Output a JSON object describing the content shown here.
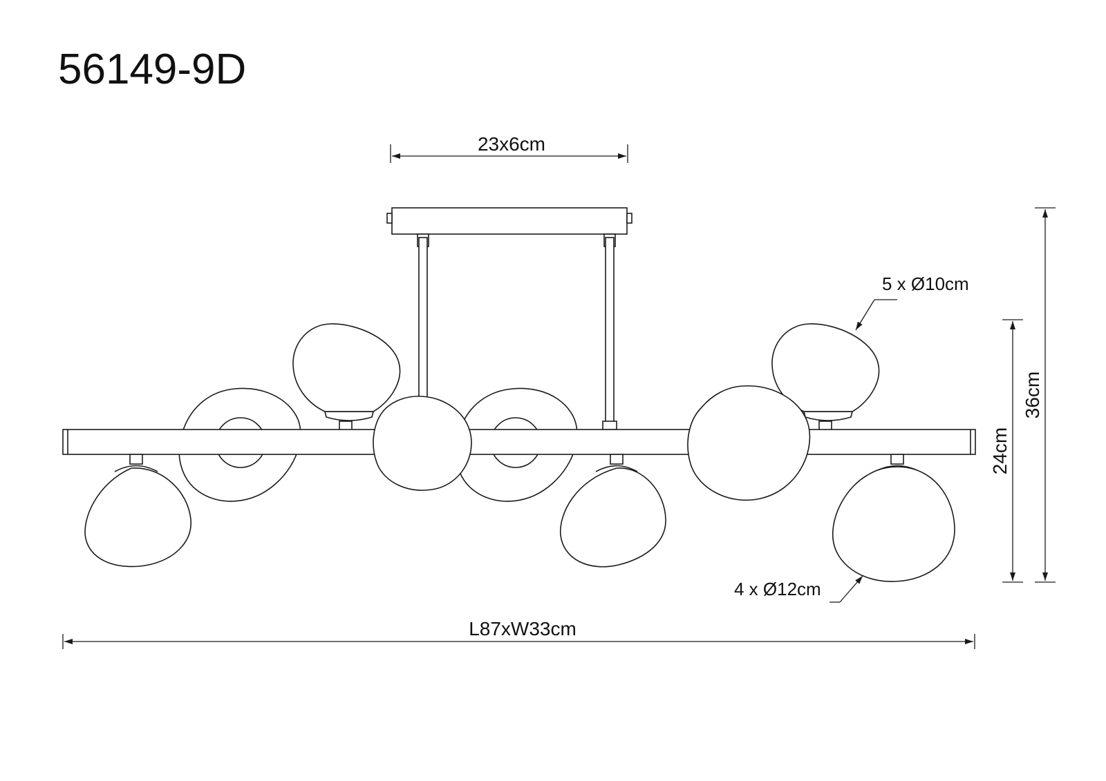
{
  "model_code": "56149-9D",
  "dimensions": {
    "canopy": "23x6cm",
    "small_shades": "5 x Ø10cm",
    "large_shades": "4 x Ø12cm",
    "body_height": "24cm",
    "total_height": "36cm",
    "length_width": "L87xW33cm"
  },
  "colors": {
    "line": "#1a1a1a",
    "background": "#ffffff"
  }
}
